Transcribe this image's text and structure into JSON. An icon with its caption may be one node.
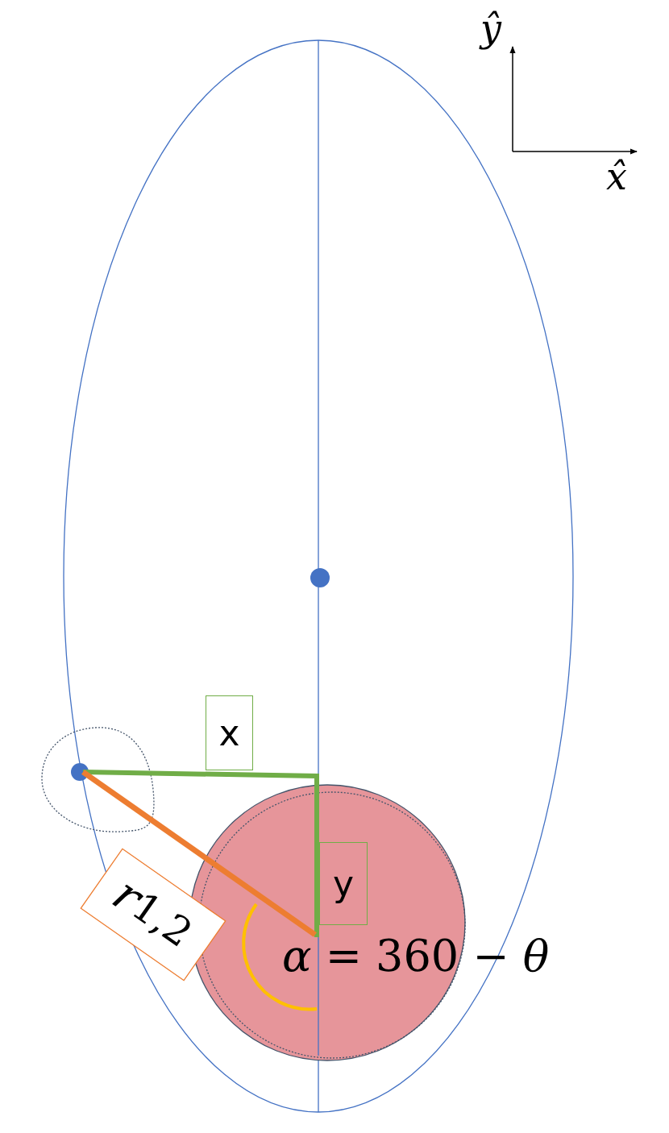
{
  "diagram": {
    "nodes": [
      {
        "text": [
          "x"
        ]
      },
      {
        "text": [
          "y"
        ]
      },
      {
        "text": [
          "*r*$_{1,2}$"
        ]
      }
    ],
    "labels": [
      "ŷ",
      "x̂",
      "*α* = 360 − *θ*"
    ]
  }
}
